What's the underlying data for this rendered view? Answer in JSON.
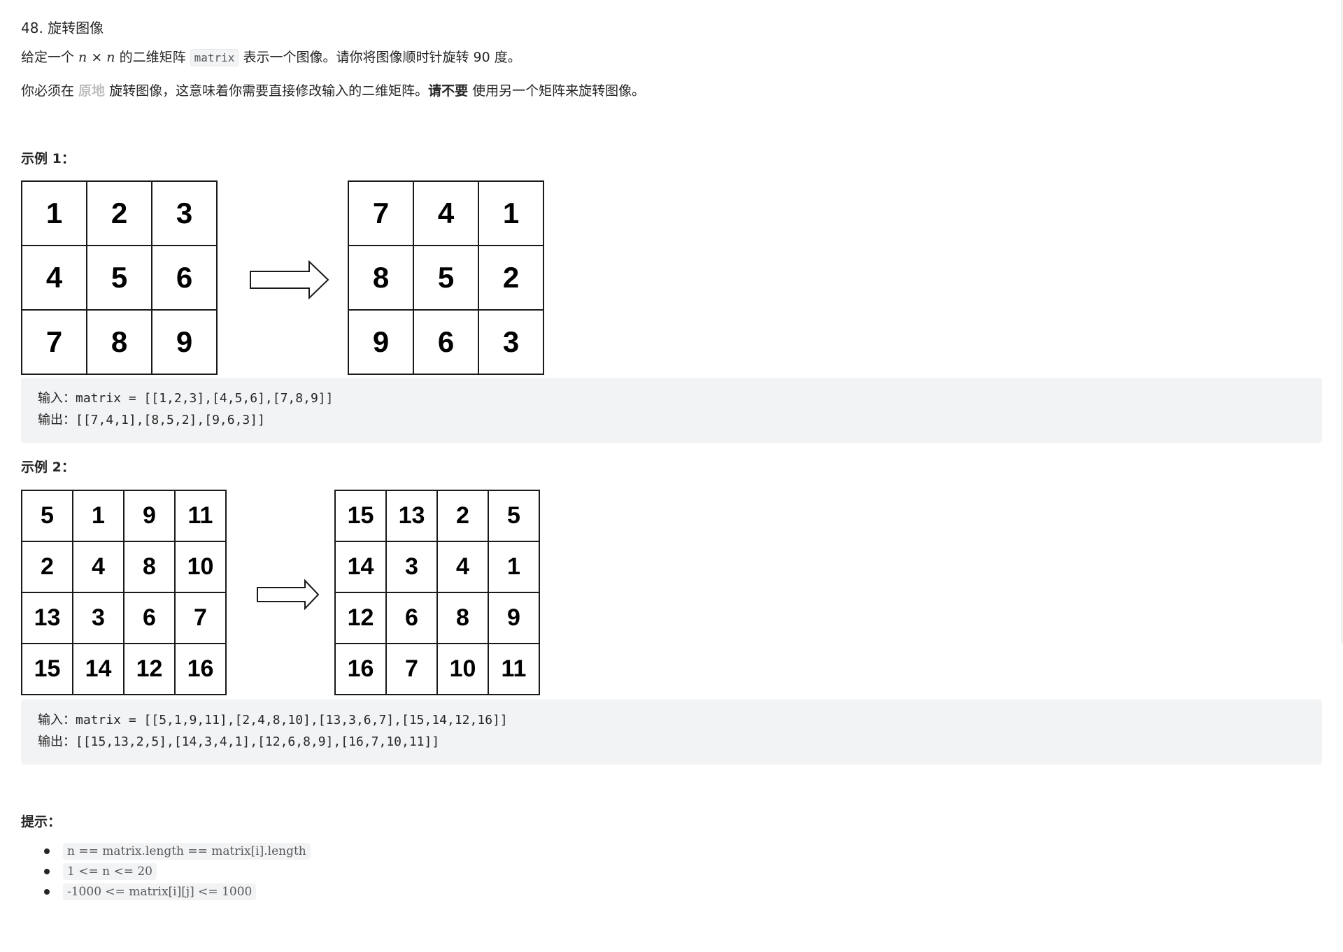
{
  "problem": {
    "title": "48. 旋转图像",
    "desc1_a": "给定一个 ",
    "desc1_n1": "n",
    "desc1_x": " × ",
    "desc1_n2": "n",
    "desc1_b": " 的二维矩阵 ",
    "desc1_code": "matrix",
    "desc1_c": " 表示一个图像。请你将图像顺时针旋转 90 度。",
    "desc2_a": "你必须在 ",
    "desc2_strong1": "原地",
    "desc2_b": " 旋转图像，这意味着你需要直接修改输入的二维矩阵。",
    "desc2_strong2": "请不要",
    "desc2_c": " 使用另一个矩阵来旋转图像。"
  },
  "example1": {
    "heading": "示例 1：",
    "left_cells": [
      "1",
      "2",
      "3",
      "4",
      "5",
      "6",
      "7",
      "8",
      "9"
    ],
    "right_cells": [
      "7",
      "4",
      "1",
      "8",
      "5",
      "2",
      "9",
      "6",
      "3"
    ],
    "input_line": "输入：matrix = [[1,2,3],[4,5,6],[7,8,9]]",
    "output_line": "输出：[[7,4,1],[8,5,2],[9,6,3]]"
  },
  "example2": {
    "heading": "示例 2：",
    "left_cells": [
      "5",
      "1",
      "9",
      "11",
      "2",
      "4",
      "8",
      "10",
      "13",
      "3",
      "6",
      "7",
      "15",
      "14",
      "12",
      "16"
    ],
    "right_cells": [
      "15",
      "13",
      "2",
      "5",
      "14",
      "3",
      "4",
      "1",
      "12",
      "6",
      "8",
      "9",
      "16",
      "7",
      "10",
      "11"
    ],
    "input_line": "输入：matrix = [[5,1,9,11],[2,4,8,10],[13,3,6,7],[15,14,12,16]]",
    "output_line": "输出：[[15,13,2,5],[14,3,4,1],[12,6,8,9],[16,7,10,11]]"
  },
  "tips": {
    "heading": "提示：",
    "items": [
      "n == matrix.length == matrix[i].length",
      "1 <= n <= 20",
      "-1000 <= matrix[i][j] <= 1000"
    ]
  },
  "icons": {
    "arrow": "right-arrow-icon"
  }
}
